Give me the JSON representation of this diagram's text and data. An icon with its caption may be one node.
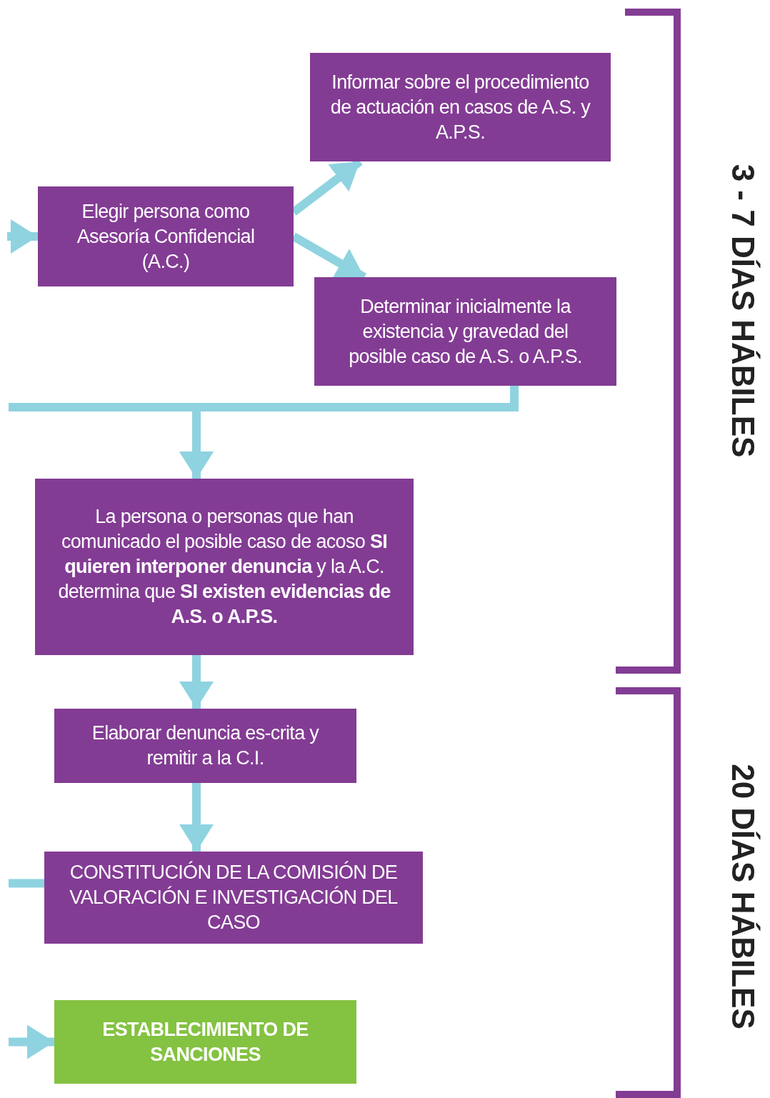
{
  "diagram": {
    "nodes": [
      {
        "text": [
          "Elegir persona como Asesoría Confidencial (A.C.)"
        ]
      },
      {
        "text": [
          "Informar sobre el procedimiento de actuación en casos de A.S. y A.P.S."
        ]
      },
      {
        "text": [
          "Determinar inicialmente la existencia y gravedad del posible caso de A.S. o A.P.S."
        ]
      },
      {
        "text": [
          "La persona o personas que han comunicado el posible caso de acoso **SI quieren interponer denuncia** y la A.C. determina que **SI existen evidencias de A.S. o A.P.S.**"
        ]
      },
      {
        "text": [
          "Elaborar denuncia es-crita y remitir a la C.I."
        ]
      },
      {
        "text": [
          "CONSTITUCIÓN DE LA COMISIÓN DE VALORACIÓN E INVESTIGACIÓN DEL CASO"
        ]
      },
      {
        "text": [
          "ESTABLECIMIENTO DE SANCIONES"
        ]
      }
    ],
    "edges": [
      {
        "from": null,
        "to": 0,
        "arrow": "to"
      },
      {
        "from": 0,
        "to": 1,
        "arrow": "to"
      },
      {
        "from": 0,
        "to": 2,
        "arrow": "to"
      },
      {
        "from": 2,
        "to": 3,
        "arrow": "to"
      },
      {
        "from": null,
        "to": 3,
        "arrow": "to"
      },
      {
        "from": 3,
        "to": 4,
        "arrow": "to"
      },
      {
        "from": 4,
        "to": 5,
        "arrow": "to"
      },
      {
        "from": null,
        "to": 5,
        "arrow": "none"
      },
      {
        "from": null,
        "to": 6,
        "arrow": "to"
      }
    ],
    "labels": [
      "3 - 7 DÍAS HÁBILES",
      "20 DÍAS HÁBILES"
    ]
  }
}
